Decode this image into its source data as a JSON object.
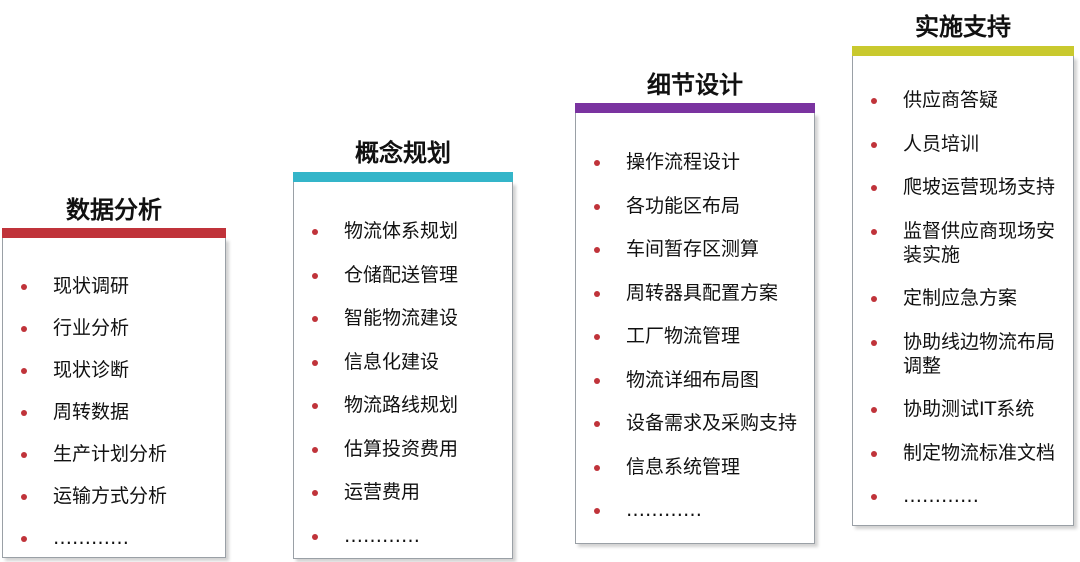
{
  "colors": {
    "bullet": "#c0333a",
    "stage_bars": [
      "#c0333a",
      "#34b5c9",
      "#7a33a0",
      "#c9c92e"
    ]
  },
  "stages": [
    {
      "title": "数据分析",
      "items": [
        "现状调研",
        "行业分析",
        "现状诊断",
        "周转数据",
        "生产计划分析",
        "运输方式分析",
        "…………"
      ]
    },
    {
      "title": "概念规划",
      "items": [
        "物流体系规划",
        "仓储配送管理",
        "智能物流建设",
        "信息化建设",
        "物流路线规划",
        "估算投资费用",
        "运营费用",
        "…………"
      ]
    },
    {
      "title": "细节设计",
      "items": [
        "操作流程设计",
        "各功能区布局",
        "车间暂存区测算",
        "周转器具配置方案",
        "工厂物流管理",
        "物流详细布局图",
        "设备需求及采购支持",
        "信息系统管理",
        "…………"
      ]
    },
    {
      "title": "实施支持",
      "items": [
        "供应商答疑",
        "人员培训",
        "爬坡运营现场支持",
        "监督供应商现场安装实施",
        "定制应急方案",
        "协助线边物流布局调整",
        "协助测试IT系统",
        "制定物流标准文档",
        "…………"
      ]
    }
  ]
}
